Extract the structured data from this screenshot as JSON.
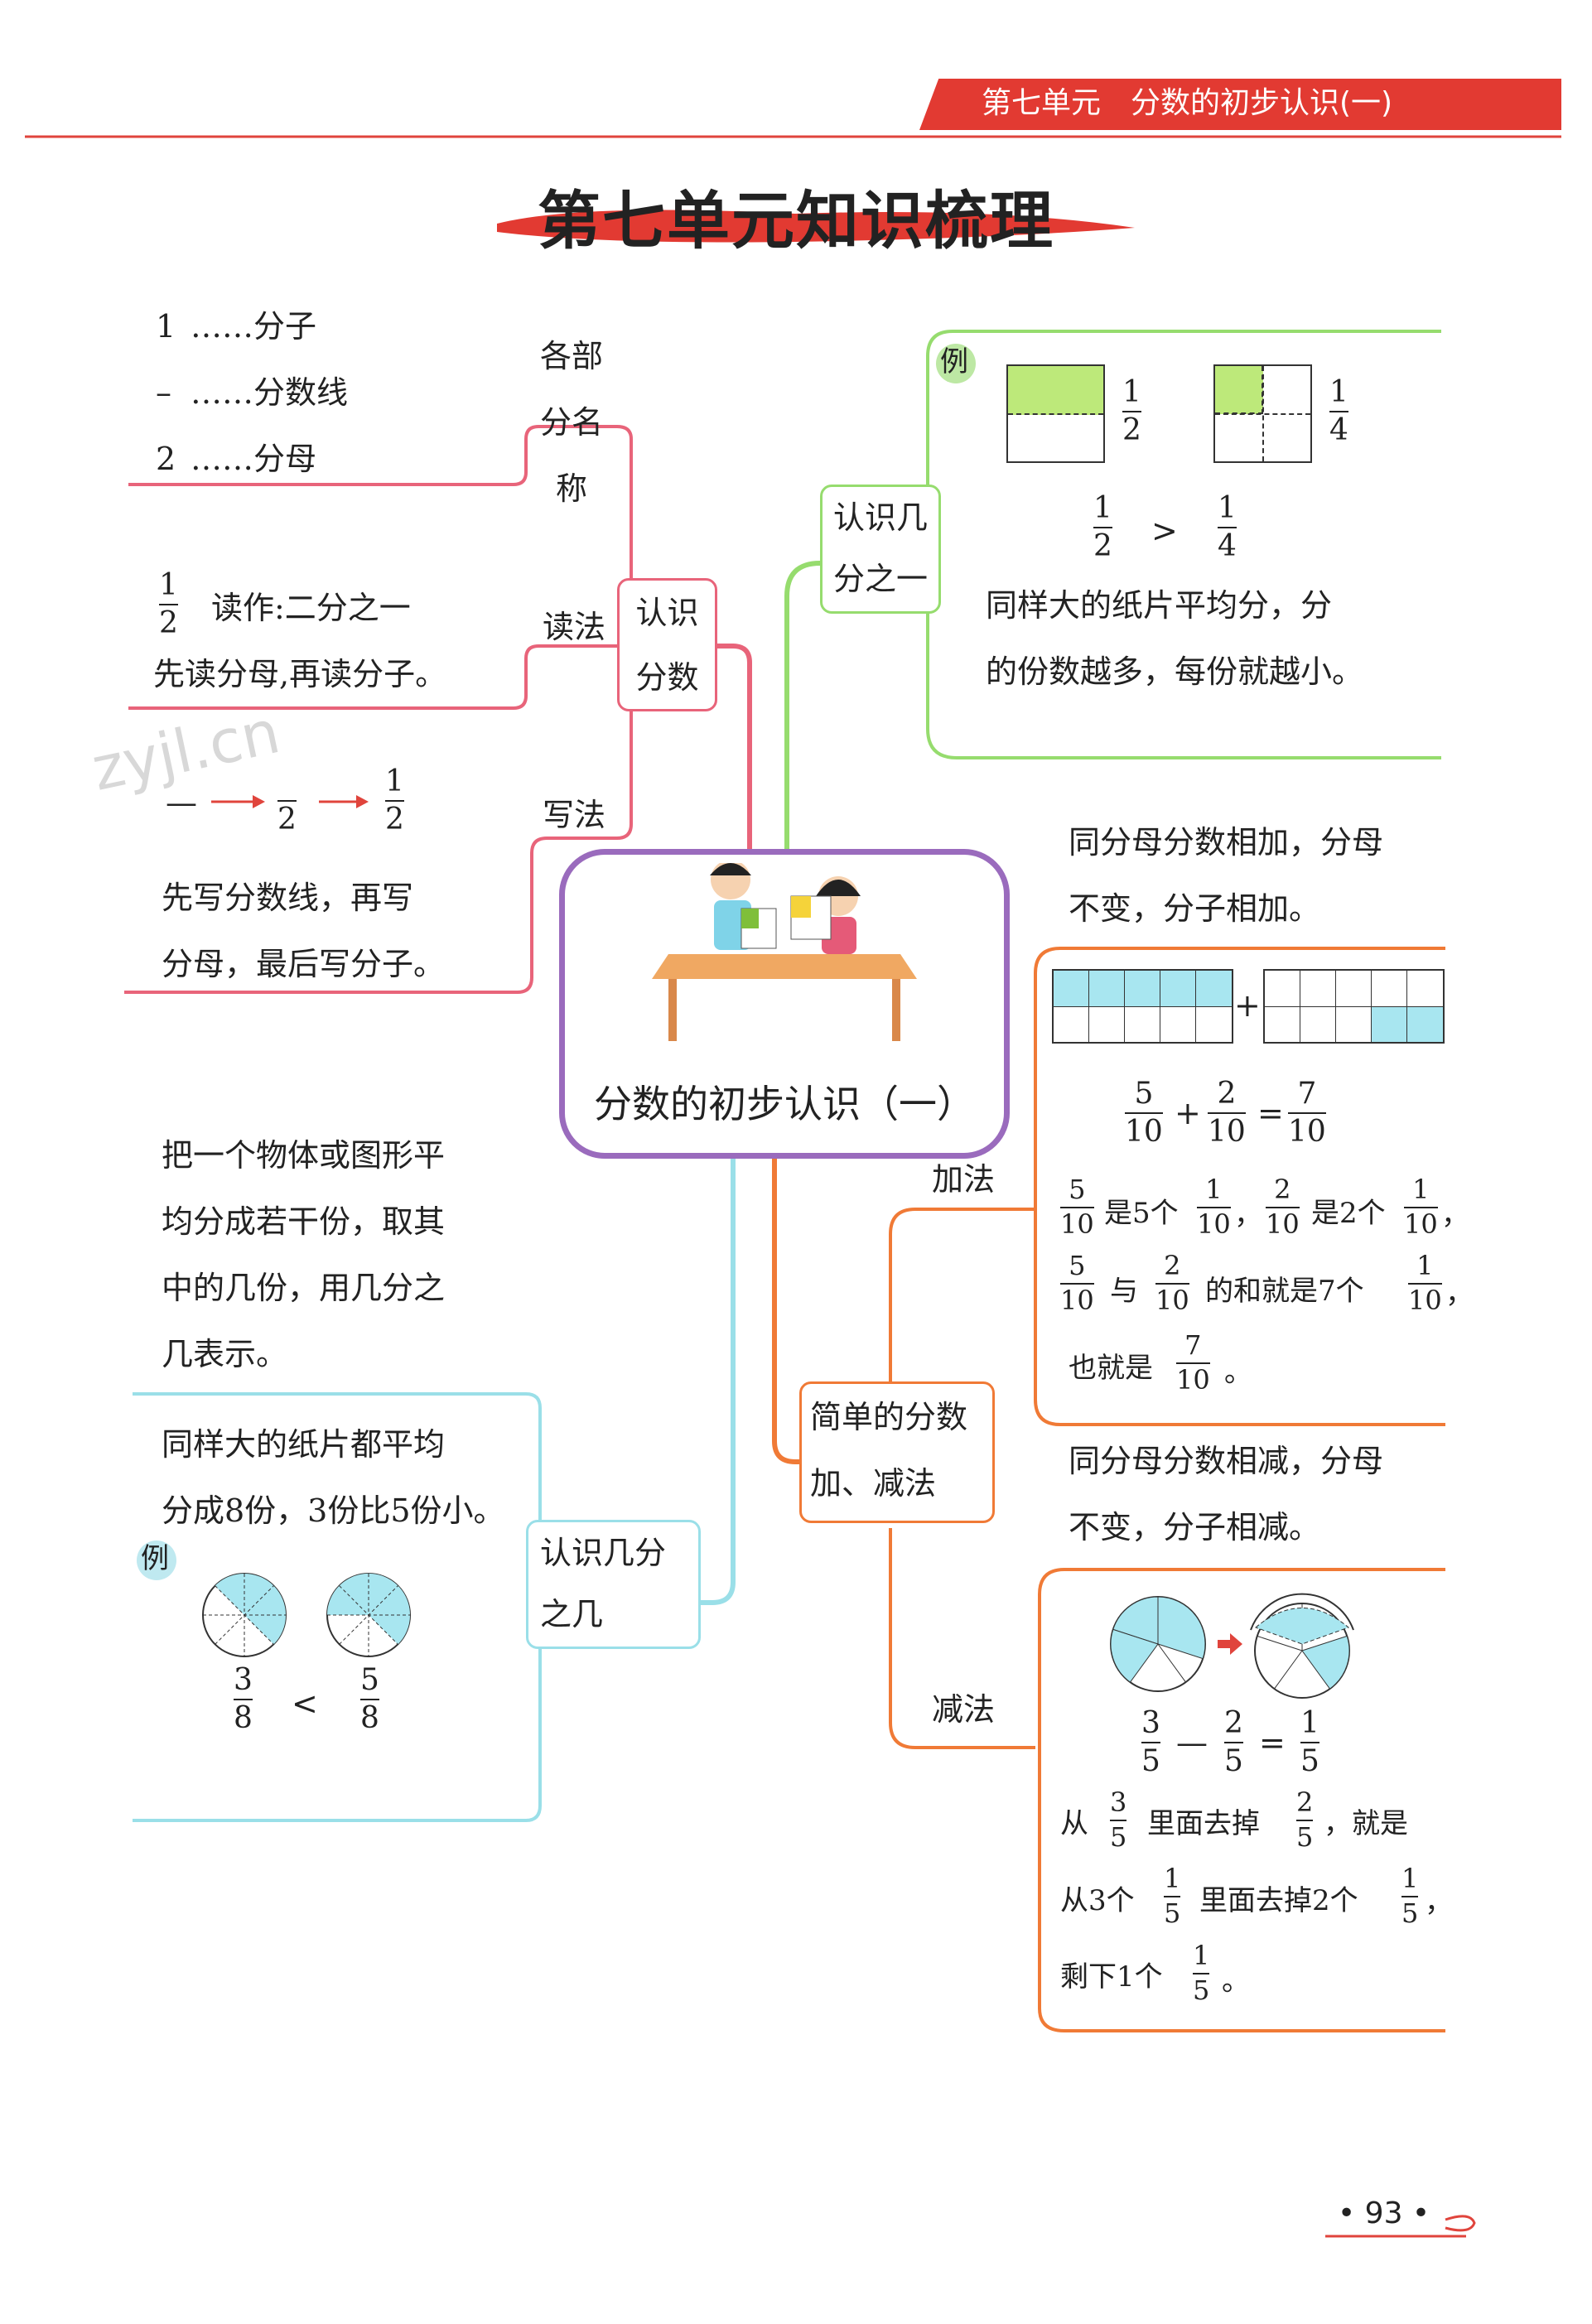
{
  "header": {
    "unit_banner": "第七单元　分数的初步认识(一)",
    "page_title": "第七单元知识梳理"
  },
  "watermark": "zyjl.cn",
  "center": {
    "title": "分数的初步认识（一）"
  },
  "nodes": {
    "know_fraction": "认识分数",
    "know_one_of": "认识几分之一",
    "know_several": "认识几分之几",
    "add_sub": "简单的分数加、减法"
  },
  "parts": {
    "label_parts": "各部分名称",
    "numerator_num": "1",
    "numerator": "……分子",
    "line_mark": "–",
    "fraction_line": "……分数线",
    "denominator_num": "2",
    "denominator": "……分母",
    "label_read": "读法",
    "read_num": "1",
    "read_den": "2",
    "read_as": "读作:二分之一",
    "read_rule": "先读分母,再读分子。",
    "label_write": "写法",
    "write_dash": "—",
    "write_den": "2",
    "write_num": "1",
    "write_den2": "2",
    "write_rule1": "先写分数线，再写",
    "write_rule2": "分母，最后写分子。"
  },
  "one_of": {
    "example": "例",
    "f1_num": "1",
    "f1_den": "2",
    "f2_num": "1",
    "f2_den": "4",
    "cmp": ">",
    "rule1": "同样大的纸片平均分，分",
    "rule2": "的份数越多，每份就越小。"
  },
  "several": {
    "def": [
      "把一个物体或图形平",
      "均分成若干份，取其",
      "中的几份，用几分之",
      "几表示。"
    ],
    "rule1": "同样大的纸片都平均",
    "rule2": "分成8份，3份比5份小。",
    "example": "例",
    "a_num": "3",
    "a_den": "8",
    "cmp": "<",
    "b_num": "5",
    "b_den": "8"
  },
  "addition": {
    "label": "加法",
    "rule1": "同分母分数相加，分母",
    "rule2": "不变，分子相加。",
    "plus": "+",
    "eq": {
      "a_num": "5",
      "a_den": "10",
      "op": "+",
      "b_num": "2",
      "b_den": "10",
      "eq": "=",
      "r_num": "7",
      "r_den": "10"
    },
    "expl": {
      "n5": "5",
      "d10": "10",
      "is5": "是5个",
      "n1": "1",
      "comma": "，",
      "n2": "2",
      "is2": "是2个",
      "and": "与",
      "sum7": "的和就是7个",
      "also": "也就是",
      "n7": "7",
      "period": "。"
    }
  },
  "subtraction": {
    "label": "减法",
    "rule1": "同分母分数相减，分母",
    "rule2": "不变，分子相减。",
    "eq": {
      "a_num": "3",
      "a_den": "5",
      "op": "—",
      "b_num": "2",
      "b_den": "5",
      "eq": "=",
      "r_num": "1",
      "r_den": "5"
    },
    "expl": {
      "from": "从",
      "n3": "3",
      "d5": "5",
      "remove": "里面去掉",
      "n2": "2",
      "so": "，就是",
      "from3": "从3个",
      "n1": "1",
      "remove2": "里面去掉2个",
      "comma": "，",
      "left": "剩下1个",
      "period": "。"
    }
  },
  "footer": {
    "page_number": "• 93 •"
  }
}
